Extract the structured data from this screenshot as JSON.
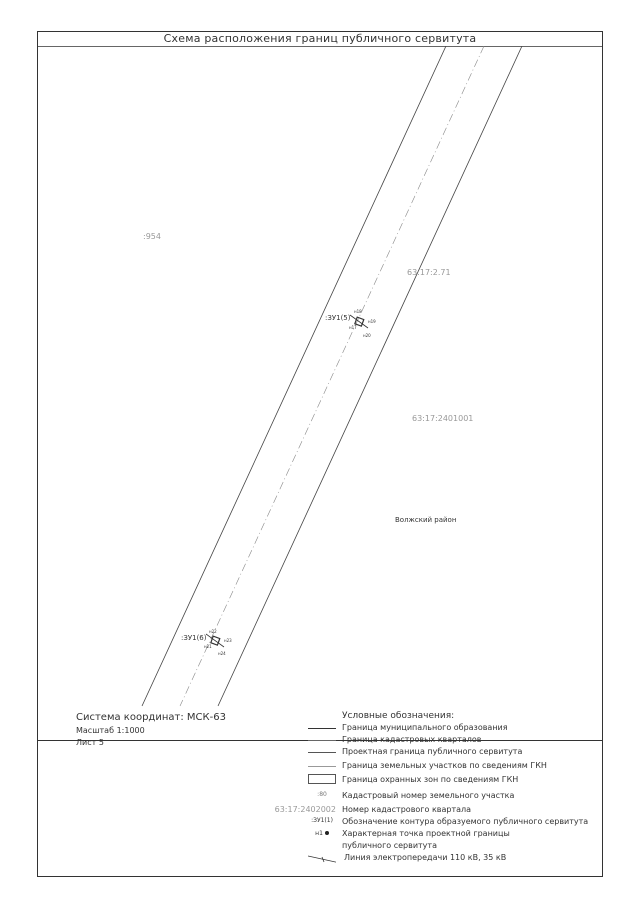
{
  "title": "Схема расположения границ публичного сервитута",
  "map": {
    "labels": {
      "parcel_954": ":954",
      "quarter_a": "63:17:2.71",
      "quarter_b": "63:17:2401001",
      "district": "Волжский район",
      "contour_5": ":ЗУ1(5)",
      "contour_6": ":ЗУ1(6)"
    },
    "points_5": [
      "н18",
      "н19",
      "н17",
      "н20"
    ],
    "points_6": [
      "н22",
      "н23",
      "н21",
      "н24"
    ]
  },
  "info": {
    "coord_system": "Система координат: МСК-63",
    "scale": "Масштаб 1:1000",
    "sheet": "Лист 5"
  },
  "legend": {
    "title": "Условные обозначения:",
    "items": [
      {
        "symbol": "",
        "text": "Граница муниципального образования"
      },
      {
        "symbol": "",
        "text": "Граница кадастровых кварталов"
      },
      {
        "symbol": "",
        "text": "Проектная граница публичного сервитута"
      },
      {
        "symbol": "",
        "text": "Граница земельных участков по сведениям ГКН"
      },
      {
        "symbol": "",
        "text": "Граница охранных зон по сведениям ГКН"
      },
      {
        "symbol": ":80",
        "text": "Кадастровый номер земельного участка"
      },
      {
        "symbol": "63:17:2402002",
        "text": "Номер кадастрового квартала"
      },
      {
        "symbol": ":ЗУ1(1)",
        "text": "Обозначение контура образуемого публичного сервитута"
      },
      {
        "symbol": "н1",
        "text": "Характерная точка проектной границы"
      },
      {
        "symbol": "",
        "text": "публичного сервитута"
      },
      {
        "symbol": "",
        "text": "Линия электропередачи 110 кВ, 35 кВ"
      }
    ]
  },
  "colors": {
    "line": "#333333",
    "light": "#888888",
    "label": "#777777"
  }
}
